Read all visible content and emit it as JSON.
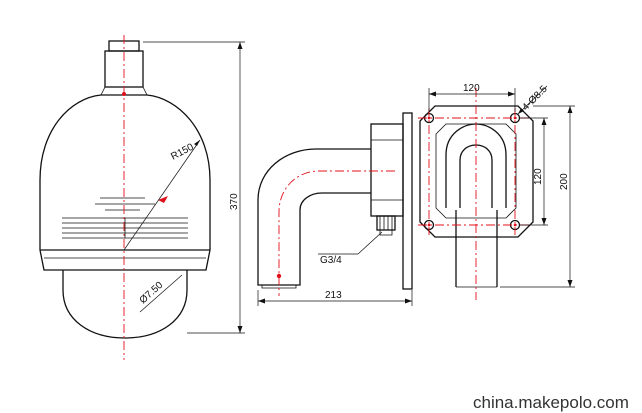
{
  "dimensions": {
    "height_total": "370",
    "radius_dome": "R150",
    "diameter_bubble": "Ø7.50",
    "length_arm": "213",
    "thread": "G3/4",
    "bolt_spacing_h": "120",
    "bolt_holes": "4-Ø8.5",
    "bolt_spacing_v": "120",
    "plate_height": "200"
  },
  "watermark": "china.makepolo.com",
  "colors": {
    "centerline": "#e0101a",
    "outline": "#111111"
  }
}
